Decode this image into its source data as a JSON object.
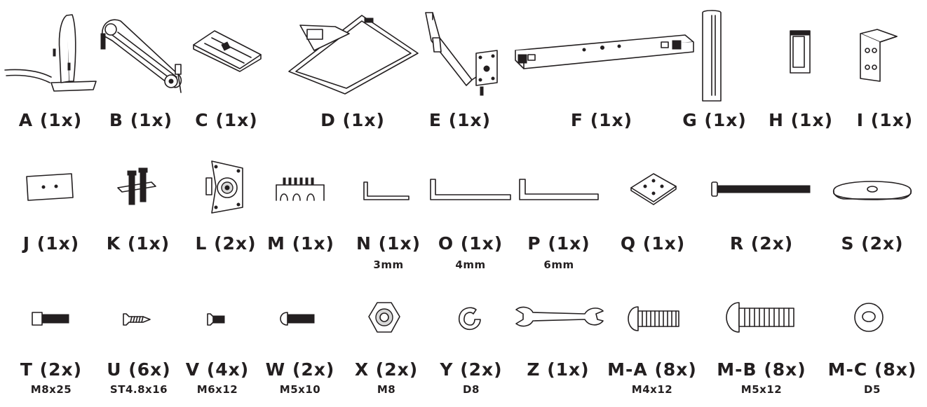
{
  "parts": [
    {
      "id": "A",
      "label": "A (1x)"
    },
    {
      "id": "B",
      "label": "B (1x)"
    },
    {
      "id": "C",
      "label": "C (1x)"
    },
    {
      "id": "D",
      "label": "D (1x)"
    },
    {
      "id": "E",
      "label": "E (1x)"
    },
    {
      "id": "F",
      "label": "F (1x)"
    },
    {
      "id": "G",
      "label": "G (1x)"
    },
    {
      "id": "H",
      "label": "H (1x)"
    },
    {
      "id": "I",
      "label": "I (1x)"
    },
    {
      "id": "J",
      "label": "J (1x)"
    },
    {
      "id": "K",
      "label": "K (1x)"
    },
    {
      "id": "L",
      "label": "L (2x)"
    },
    {
      "id": "M",
      "label": "M (1x)"
    },
    {
      "id": "N",
      "label": "N (1x)",
      "size": "3mm"
    },
    {
      "id": "O",
      "label": "O (1x)",
      "size": "4mm"
    },
    {
      "id": "P",
      "label": "P (1x)",
      "size": "6mm"
    },
    {
      "id": "Q",
      "label": "Q (1x)"
    },
    {
      "id": "R",
      "label": "R (2x)"
    },
    {
      "id": "S",
      "label": "S (2x)"
    },
    {
      "id": "T",
      "label": "T (2x)",
      "size": "M8x25"
    },
    {
      "id": "U",
      "label": "U (6x)",
      "size": "ST4.8x16"
    },
    {
      "id": "V",
      "label": "V (4x)",
      "size": "M6x12"
    },
    {
      "id": "W",
      "label": "W (2x)",
      "size": "M5x10"
    },
    {
      "id": "X",
      "label": "X (2x)",
      "size": "M8"
    },
    {
      "id": "Y",
      "label": "Y (2x)",
      "size": "D8"
    },
    {
      "id": "Z",
      "label": "Z (1x)"
    },
    {
      "id": "M-A",
      "label": "M-A (8x)",
      "size": "M4x12"
    },
    {
      "id": "M-B",
      "label": "M-B (8x)",
      "size": "M5x12"
    },
    {
      "id": "M-C",
      "label": "M-C (8x)",
      "size": "D5"
    }
  ]
}
